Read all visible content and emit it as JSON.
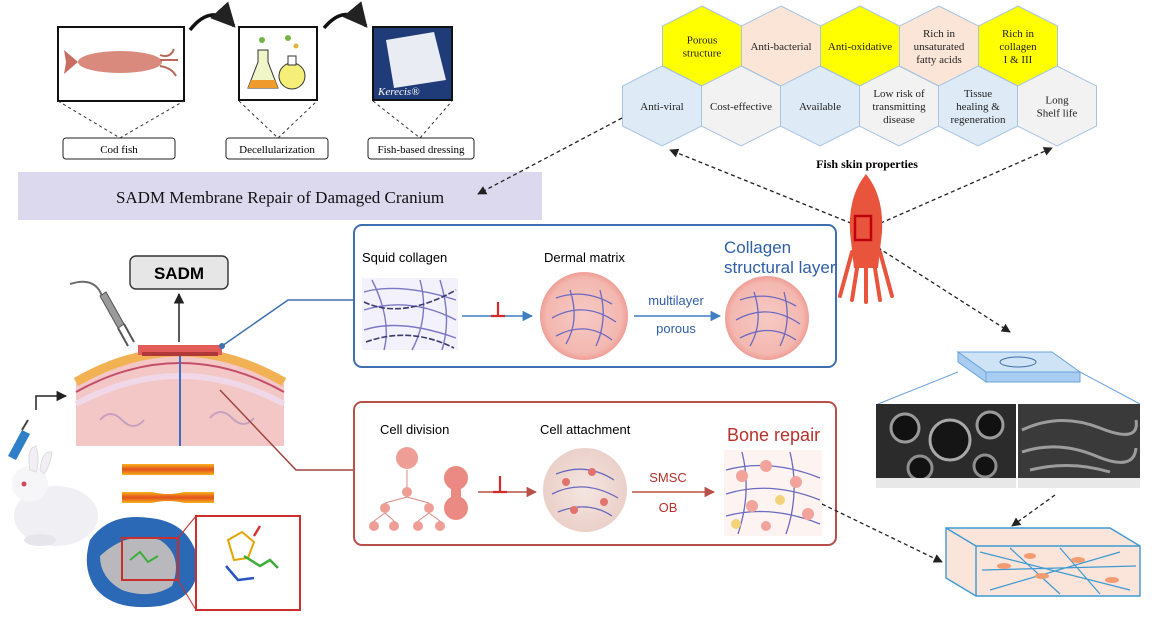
{
  "process": {
    "steps": [
      "Cod fish",
      "Decellularization",
      "Fish-based dressing"
    ],
    "brand": "Kerecis®"
  },
  "banner": {
    "title": "SADM Membrane Repair of Damaged Cranium"
  },
  "properties": {
    "caption": "Fish skin properties",
    "top_row": [
      {
        "lines": [
          "Porous",
          "structure"
        ],
        "color": "#ffff00"
      },
      {
        "lines": [
          "Anti-bacterial"
        ],
        "color": "#fbe5d6"
      },
      {
        "lines": [
          "Anti-oxidative"
        ],
        "color": "#ffff00"
      },
      {
        "lines": [
          "Rich in",
          "unsaturated",
          "fatty acids"
        ],
        "color": "#fbe5d6"
      },
      {
        "lines": [
          "Rich in",
          "collagen",
          "I & III"
        ],
        "color": "#ffff00"
      }
    ],
    "bottom_row": [
      {
        "lines": [
          "Anti-viral"
        ],
        "color": "#deebf7"
      },
      {
        "lines": [
          "Cost-effective"
        ],
        "color": "#f2f2f2"
      },
      {
        "lines": [
          "Available"
        ],
        "color": "#deebf7"
      },
      {
        "lines": [
          "Low risk of",
          "transmitting",
          "disease"
        ],
        "color": "#f2f2f2"
      },
      {
        "lines": [
          "Tissue",
          "healing &",
          "regeneration"
        ],
        "color": "#deebf7"
      },
      {
        "lines": [
          "Long",
          "Shelf life"
        ],
        "color": "#f2f2f2"
      }
    ]
  },
  "sadm_label": "SADM",
  "collagen_panel": {
    "squid_collagen": "Squid collagen",
    "dermal_matrix": "Dermal matrix",
    "multilayer": "multilayer",
    "porous": "porous",
    "structural_layer": [
      "Collagen",
      "structural layer"
    ]
  },
  "bone_panel": {
    "cell_division": "Cell division",
    "cell_attachment": "Cell attachment",
    "smsc": "SMSC",
    "ob": "OB",
    "bone_repair": "Bone repair"
  },
  "colors": {
    "banner_bg": "#dcd9ef",
    "blue_panel_border": "#3f6fb0",
    "red_panel_border": "#b8504a",
    "blue_text": "#2f5fa8",
    "red_text": "#b8312c",
    "squid": "#e8553c"
  }
}
